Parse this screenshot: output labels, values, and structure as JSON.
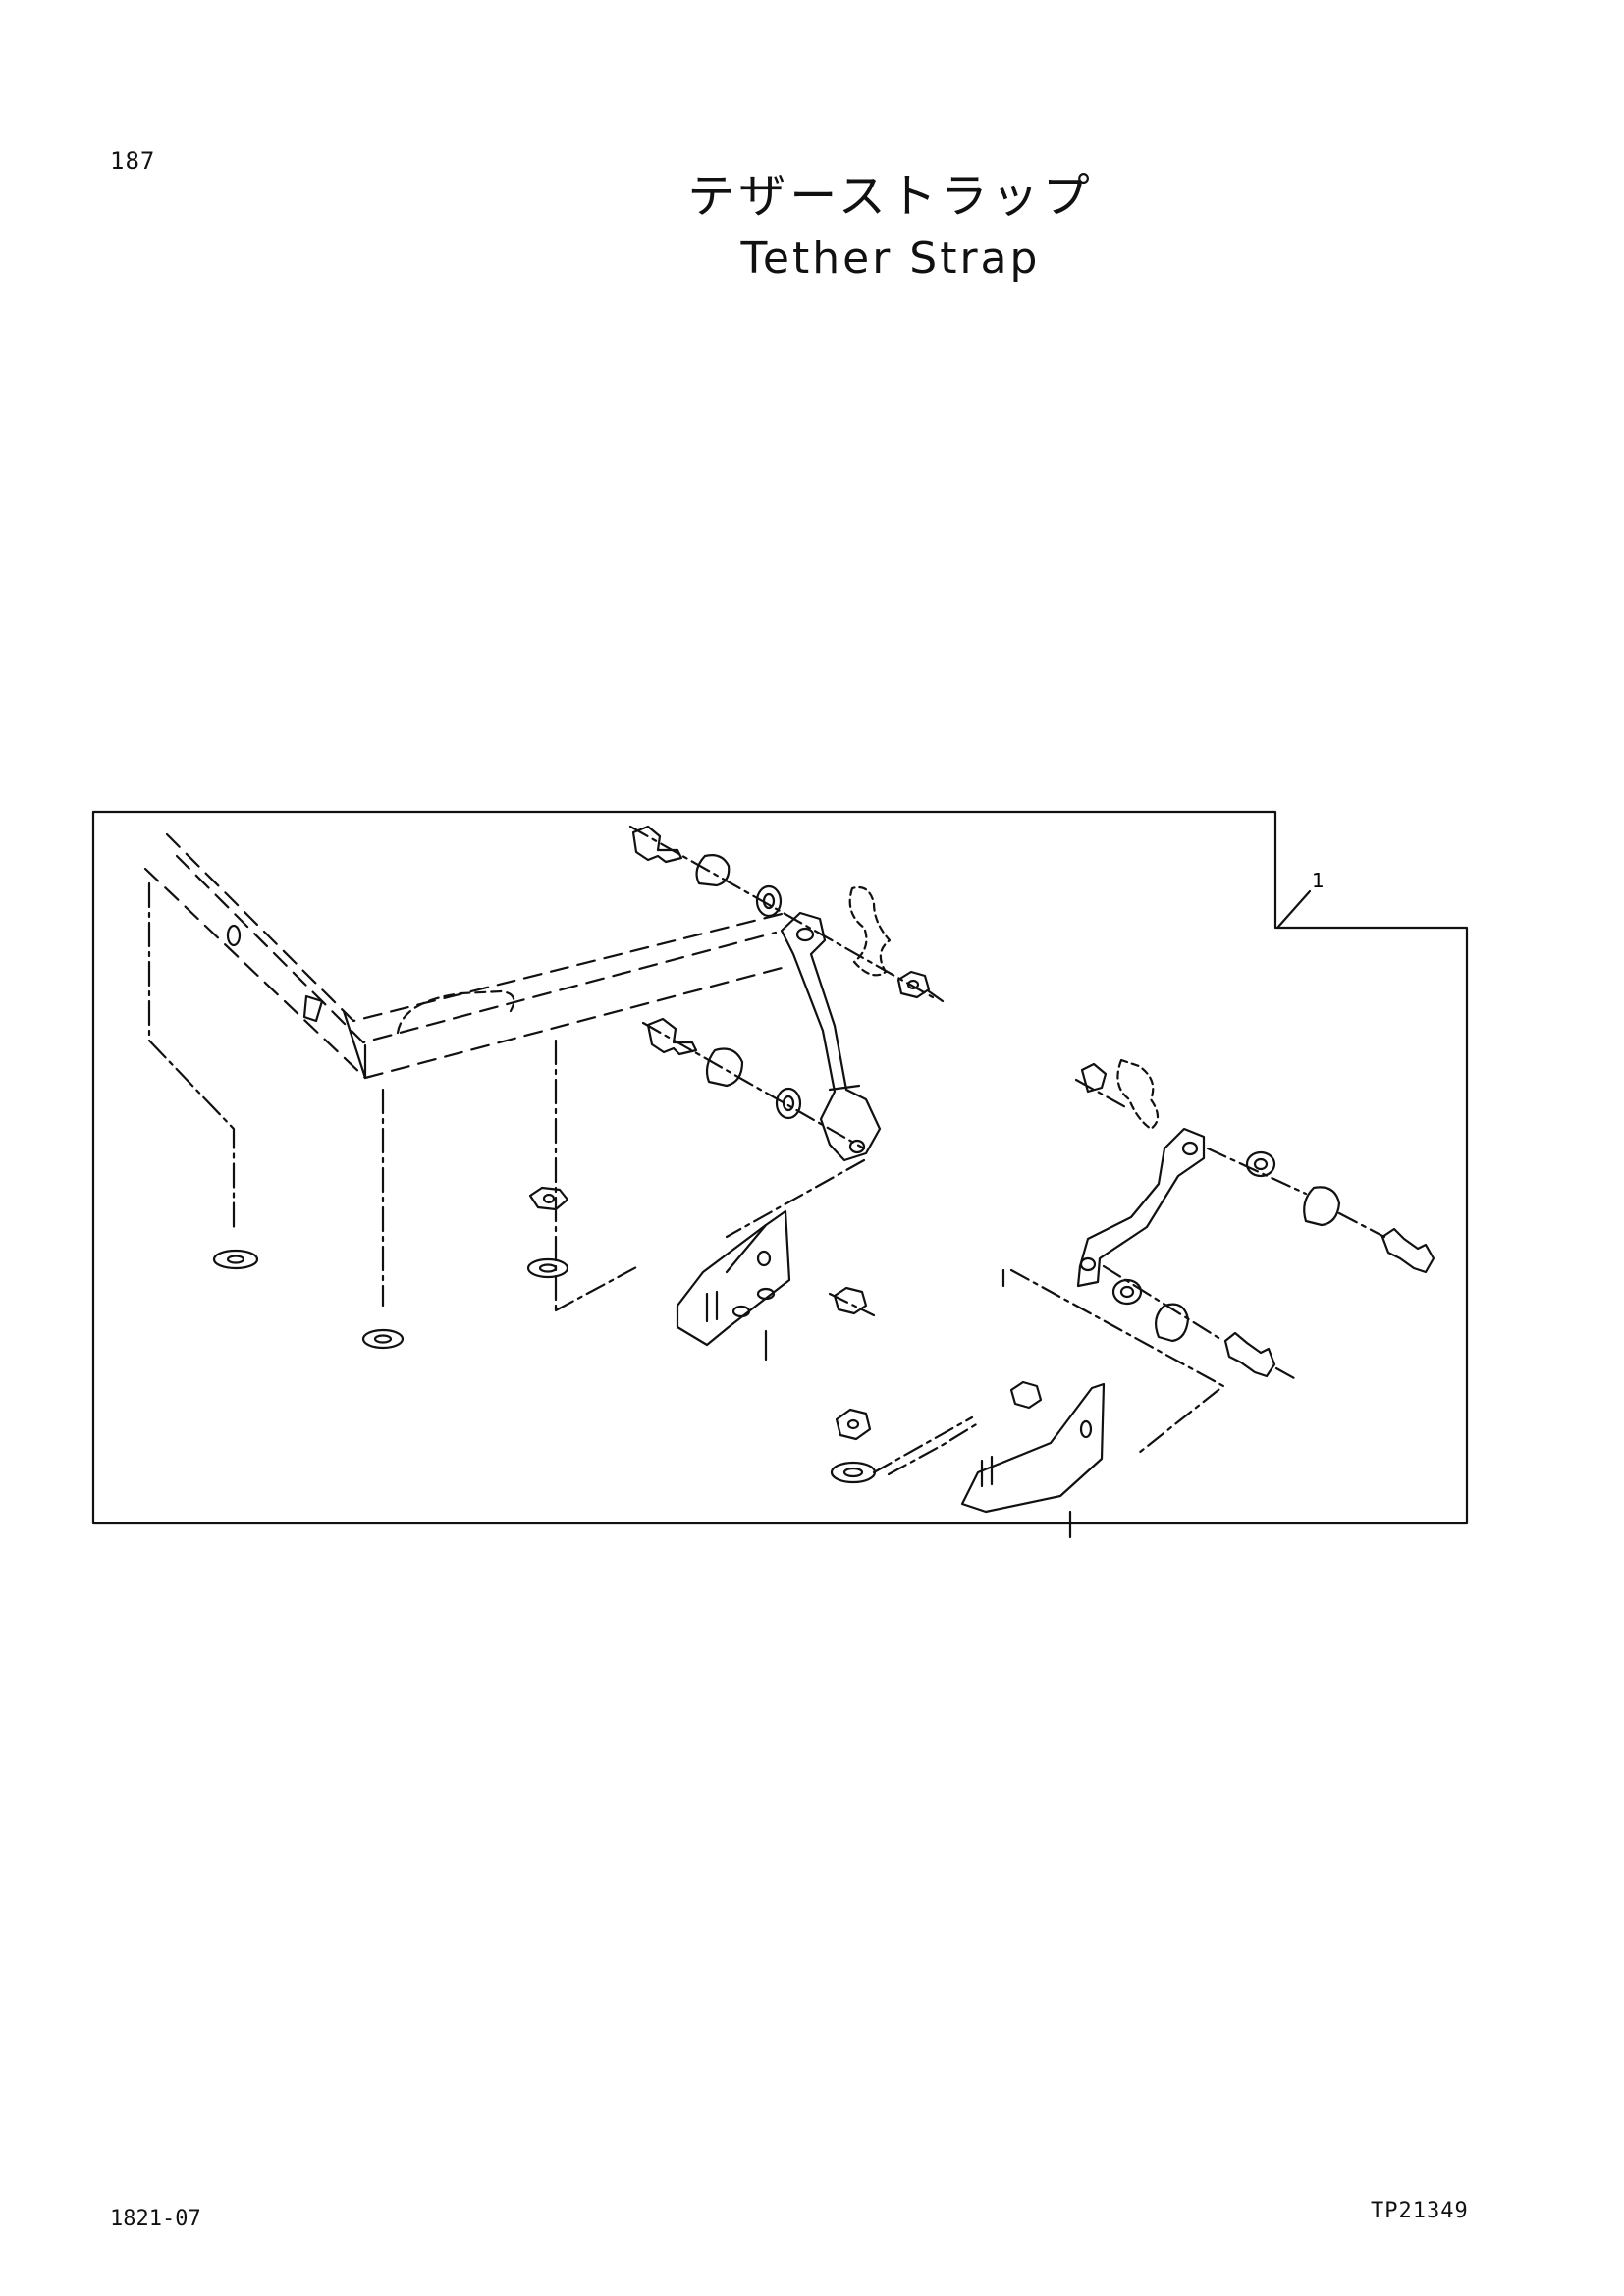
{
  "page_number": "187",
  "title": {
    "japanese": "テザーストラップ",
    "english": "Tether Strap"
  },
  "diagram": {
    "callouts": [
      {
        "label": "1"
      }
    ]
  },
  "footer": {
    "code": "1821-07",
    "reference": "TP21349"
  }
}
